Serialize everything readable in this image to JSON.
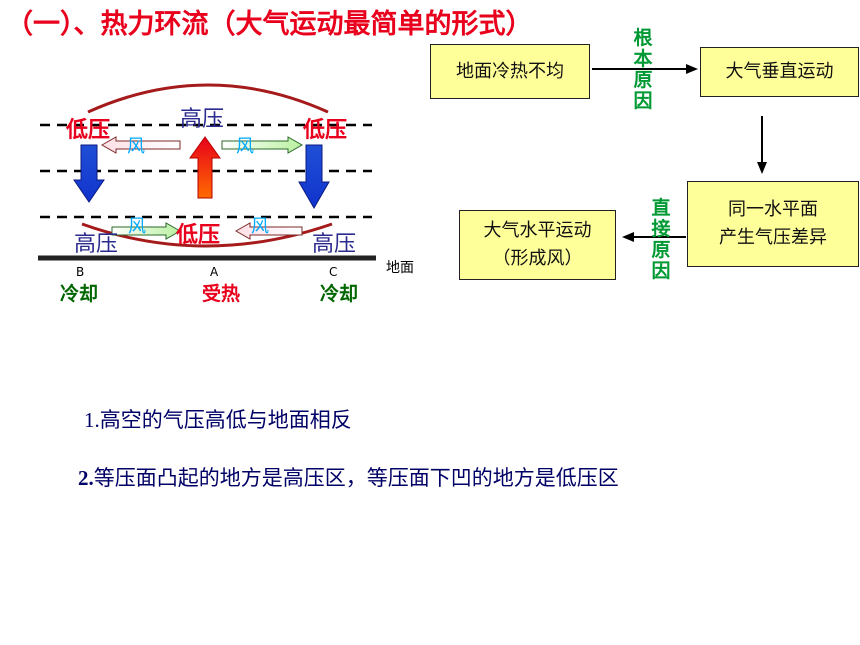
{
  "title": "（一）、热力环流（大气运动最简单的形式）",
  "diagram": {
    "upper_left_label": "低压",
    "upper_center_label": "高压",
    "upper_right_label": "低压",
    "upper_wind_left": "风",
    "upper_wind_right": "风",
    "lower_left_label": "高压",
    "lower_center_label": "低压",
    "lower_right_label": "高压",
    "lower_wind_left": "风",
    "lower_wind_right": "风",
    "point_b": "B",
    "point_a": "A",
    "point_c": "C",
    "ground_label": "地面",
    "status_b": "冷却",
    "status_a": "受热",
    "status_c": "冷却",
    "colors": {
      "low_pressure": "#e8001c",
      "high_pressure": "#2b2b8f",
      "wind_text": "#00aaff",
      "status_cold": "#006600",
      "status_hot": "#e8001c"
    }
  },
  "flowchart": {
    "box1": "地面冷热不均",
    "box2": "大气垂直运动",
    "box3_line1": "同一水平面",
    "box3_line2": "产生气压差异",
    "box4_line1": "大气水平运动",
    "box4_line2": "（形成风）",
    "root_cause": [
      "根",
      "本",
      "原",
      "因"
    ],
    "direct_cause": [
      "直",
      "接",
      "原",
      "因"
    ]
  },
  "notes": {
    "note1_num": "1.",
    "note1_text": "高空的气压高低与地面相反",
    "note2_num": "2.",
    "note2_text": "等压面凸起的地方是高压区，等压面下凹的地方是低压区"
  }
}
